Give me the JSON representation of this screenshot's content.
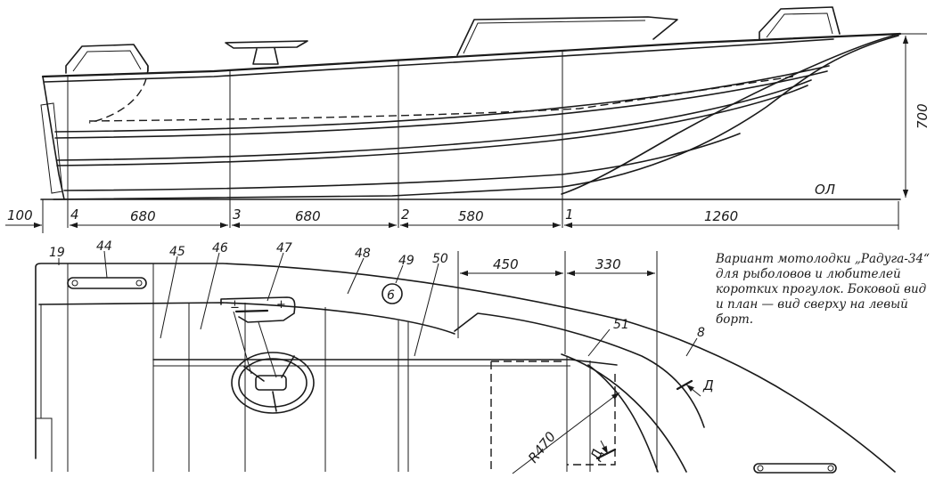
{
  "side_view": {
    "waterline_label": "ОЛ",
    "height_dim": "700",
    "offset_dim": "100",
    "stations": [
      "4",
      "3",
      "2",
      "1"
    ],
    "spans": [
      "680",
      "680",
      "580",
      "1260"
    ]
  },
  "plan_view": {
    "dims": [
      "450",
      "330"
    ],
    "radius_label": "R470",
    "section_mark": "Д",
    "part_numbers": [
      "19",
      "44",
      "45",
      "46",
      "47",
      "48",
      "49",
      "50",
      "51",
      "8"
    ]
  },
  "caption": "Вариант мотолодки „Радуга-34“ для рыболовов и любителей коротких прогулок. Боковой вид и план — вид сверху на левый борт."
}
